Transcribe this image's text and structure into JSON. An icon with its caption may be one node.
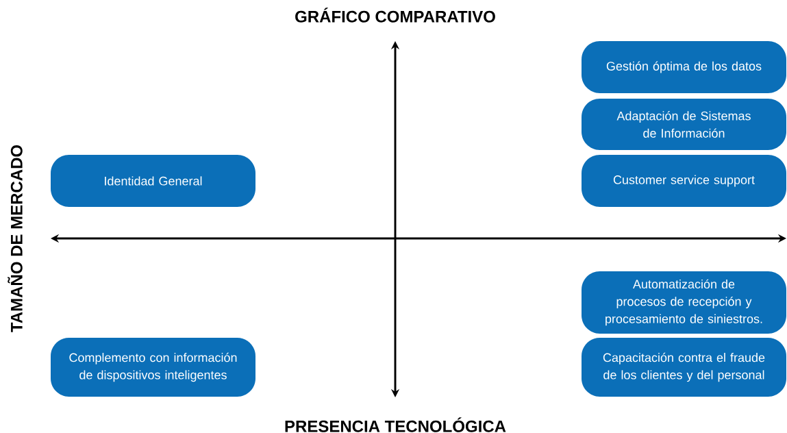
{
  "diagram": {
    "title": "GRÁFICO COMPARATIVO",
    "nodes": [
      {
        "text": [
          "Identidad General"
        ]
      },
      {
        "text": [
          "Gestión óptima de los datos"
        ]
      },
      {
        "text": [
          "Adaptación de Sistemas de Información"
        ]
      },
      {
        "text": [
          "Customer service support"
        ]
      },
      {
        "text": [
          "Automatización de procesos de recepción y procesamiento de siniestros."
        ]
      },
      {
        "text": [
          "Capacitación contra el fraude de los clientes y del personal"
        ]
      },
      {
        "text": [
          "Complemento con información de dispositivos inteligentes"
        ]
      }
    ],
    "labels": [
      "TAMAÑO DE MERCADO",
      "PRESENCIA TECNOLÓGICA"
    ]
  }
}
